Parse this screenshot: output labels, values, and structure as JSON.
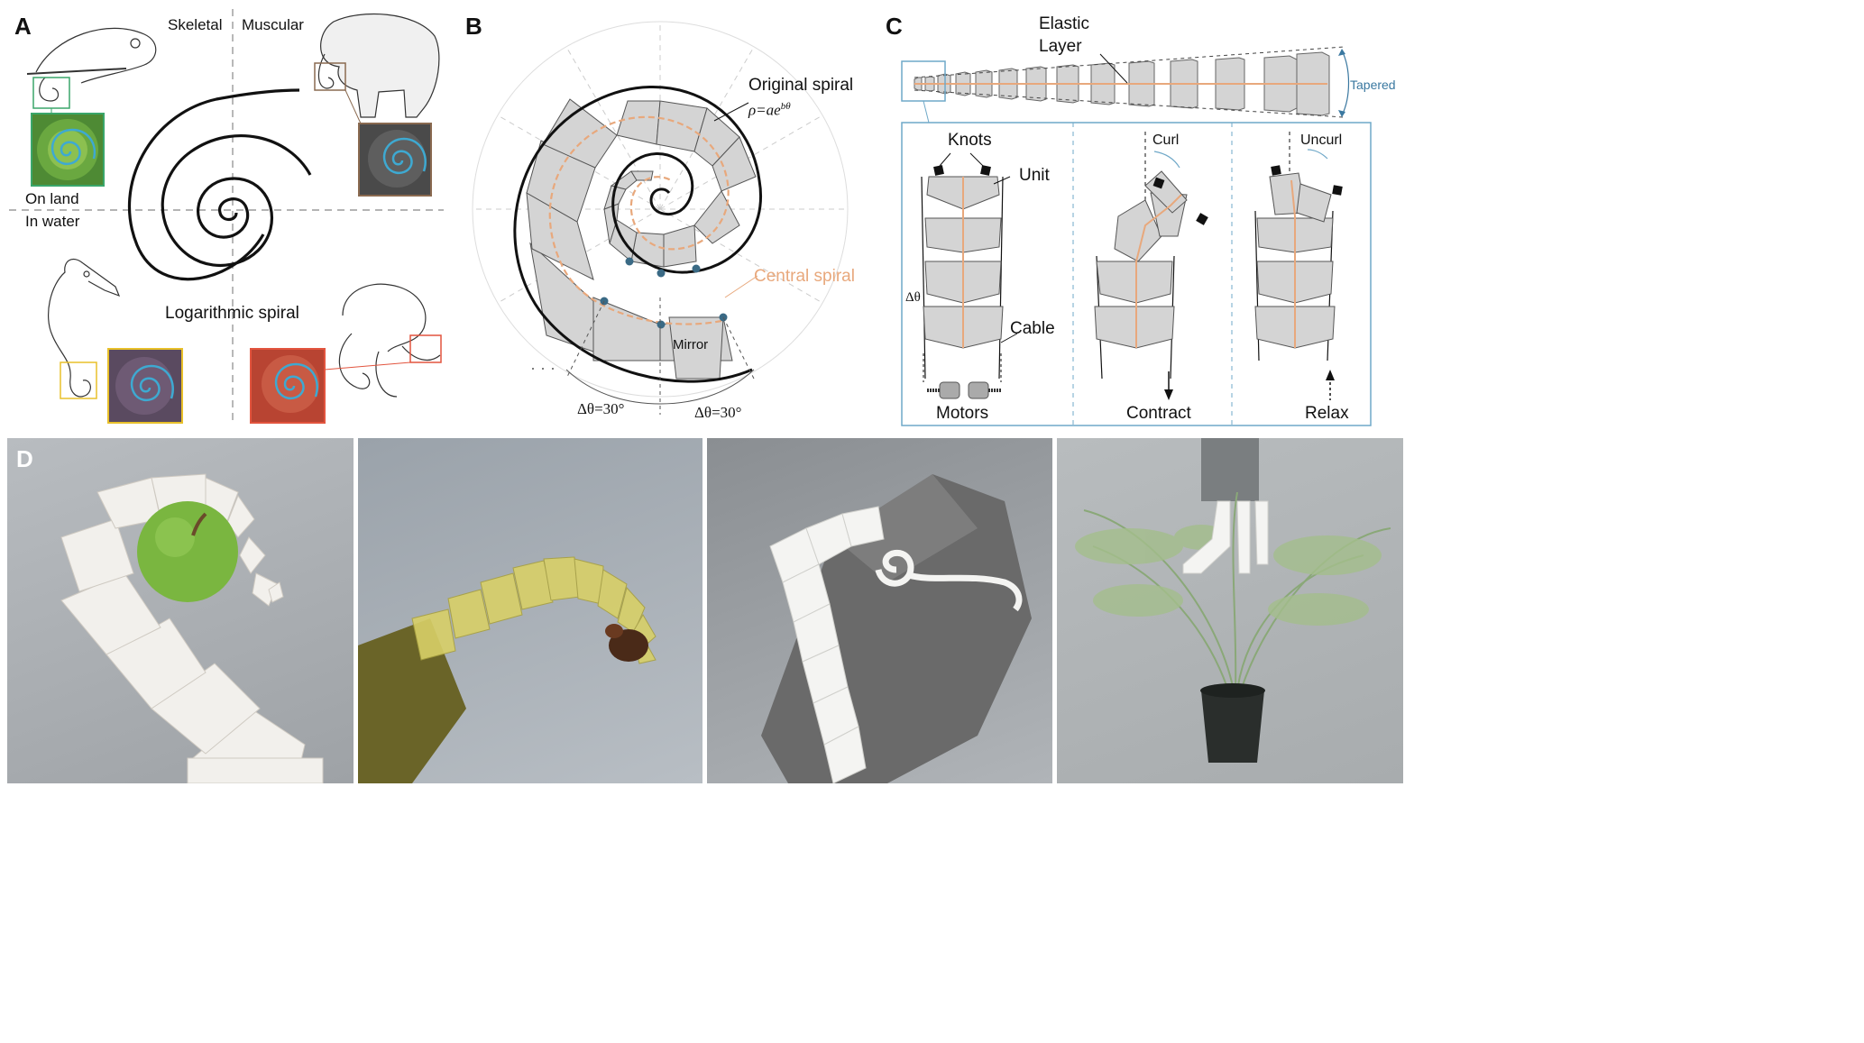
{
  "panels": {
    "a": {
      "label": "A",
      "skeletal": "Skeletal",
      "muscular": "Muscular",
      "on_land": "On land",
      "in_water": "In water",
      "spiral_caption": "Logarithmic spiral"
    },
    "b": {
      "label": "B",
      "original_spiral": "Original spiral",
      "equation": "ρ=ae",
      "equation_exp": "bθ",
      "central_spiral": "Central spiral",
      "mirror": "Mirror",
      "delta_left": "Δθ=30°",
      "delta_right": "Δθ=30°",
      "ellipsis": "· · ·"
    },
    "c": {
      "label": "C",
      "elastic_layer_1": "Elastic",
      "elastic_layer_2": "Layer",
      "tapered": "Tapered",
      "knots": "Knots",
      "unit": "Unit",
      "delta": "Δθ",
      "cable": "Cable",
      "motors": "Motors",
      "curl": "Curl",
      "contract": "Contract",
      "uncurl": "Uncurl",
      "relax": "Relax"
    },
    "d": {
      "label": "D"
    }
  },
  "colors": {
    "spiral": "#111111",
    "central_spiral": "#e8a87c",
    "highlight_blue": "#3ea9d1",
    "node": "#3a6a85",
    "tapered": "#3a78a0",
    "box_green": "#3aa66a",
    "box_brown": "#8a6a50",
    "box_yellow": "#e8c02a",
    "box_red": "#e2543e",
    "unit_fill": "#d4d4d4",
    "frame": "#6fa8c8"
  }
}
